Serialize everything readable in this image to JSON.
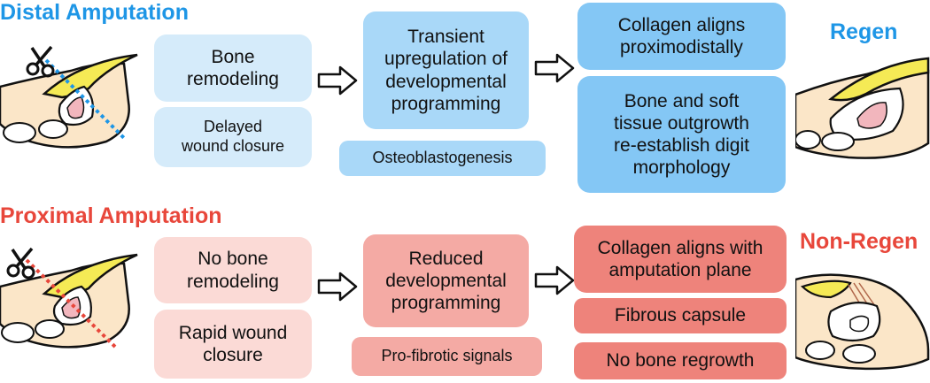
{
  "colors": {
    "distal_header": "#1e96e6",
    "proximal_header": "#e8473b",
    "light_blue": "#d5ebfa",
    "mid_blue": "#a9d8f8",
    "dark_blue": "#84c7f5",
    "light_red": "#fbdad6",
    "mid_red": "#f4aaa4",
    "dark_red": "#ee837b",
    "nail_yellow": "#f5ea55",
    "skin": "#fbe6c8",
    "bone_pink": "#f2b6bd"
  },
  "distal": {
    "title": "Distal Amputation",
    "outcome": "Regen",
    "boxes": {
      "bone_remodeling": "Bone\nremodeling",
      "delayed_wound": "Delayed\nwound closure",
      "transient": "Transient\nupregulation of\ndevelopmental\nprogramming",
      "osteoblastogenesis": "Osteoblastogenesis",
      "collagen": "Collagen aligns\nproximodistally",
      "outgrowth": "Bone and soft\ntissue outgrowth\nre-establish digit\nmorphology"
    }
  },
  "proximal": {
    "title": "Proximal Amputation",
    "outcome": "Non-Regen",
    "boxes": {
      "no_bone_remodeling": "No bone\nremodeling",
      "rapid_wound": "Rapid wound\nclosure",
      "reduced": "Reduced\ndevelopmental\nprogramming",
      "profibrotic": "Pro-fibrotic signals",
      "collagen": "Collagen aligns with\namputation plane",
      "fibrous": "Fibrous capsule",
      "no_regrowth": "No bone regrowth"
    }
  }
}
